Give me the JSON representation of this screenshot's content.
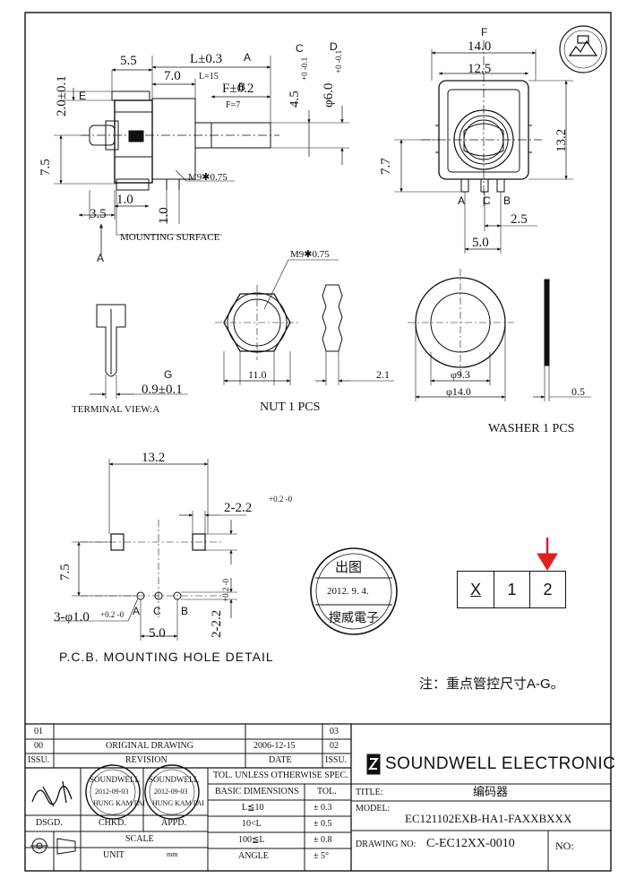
{
  "side_view": {
    "dims": {
      "d55": "5.5",
      "d70": "7.0",
      "L": "L±0.3",
      "L15": "L=15",
      "F": "F±0.2",
      "F7": "F=7",
      "d45": "4.5",
      "d45tol": "+0 -0.1",
      "d60": "φ6.0",
      "d60tol": "+0 -0.1",
      "d20": "2.0±0.1",
      "d75": "7.5",
      "d10a": "1.0",
      "d10b": "1.0",
      "d35": "3.5",
      "thread": "M9✱0.75",
      "mount": "MOUNTING SURFACE"
    },
    "letters": {
      "A": "A",
      "B": "B",
      "C": "C",
      "D": "D",
      "E": "E",
      "A_arrow": "A"
    }
  },
  "front_view": {
    "dims": {
      "d140": "14.0",
      "d125": "12.5",
      "d132": "13.2",
      "d77": "7.7",
      "d25": "2.5",
      "d50": "5.0"
    },
    "letters": {
      "F": "F",
      "pA": "A",
      "pC": "C",
      "pB": "B"
    }
  },
  "terminal_view": {
    "label": "TERMINAL VIEW:A",
    "dim": "0.9±0.1",
    "letter": "G"
  },
  "nut": {
    "thread": "M9✱0.75",
    "d110": "11.0",
    "d21": "2.1",
    "label": "NUT 1 PCS"
  },
  "washer": {
    "d93": "φ9.3",
    "d140": "φ14.0",
    "d05": "0.5",
    "label": "WASHER 1 PCS"
  },
  "pcb": {
    "d132": "13.2",
    "d22a": "2-2.2",
    "d22atol": "+0.2 -0",
    "d75": "7.5",
    "d22b": "2-2.2",
    "d22btol": "+0.2 -0",
    "holes": "3-φ1.0",
    "holestol": "+0.2 -0",
    "d50": "5.0",
    "pins": [
      "A",
      "C",
      "B"
    ],
    "label": "P.C.B. MOUNTING HOLE DETAIL"
  },
  "stamp_center": {
    "top": "出图",
    "date": "2012. 9.  4.",
    "bottom": "搜威電子"
  },
  "mark_boxes": [
    "X",
    "1",
    "2"
  ],
  "note": "注：重点管控尺寸A-G。",
  "title_block": {
    "rev_rows": [
      {
        "no": "01",
        "desc": "",
        "date": "",
        "rno": "03"
      },
      {
        "no": "00",
        "desc": "ORIGINAL  DRAWING",
        "date": "2006-12-15",
        "rno": "02"
      },
      {
        "no": "ISSU.",
        "desc": "REVISION",
        "date": "DATE",
        "rno": "ISSU."
      }
    ],
    "roles": [
      "DSGD.",
      "CHKD.",
      "APPD."
    ],
    "stamp_text": "SOUNDWELL",
    "stamp_date": "2012-09-03",
    "stamp_city": "HUNG KAM PAI",
    "scale": "SCALE",
    "unit": "UNIT",
    "unit_val": "mm",
    "tol_header": "TOL. UNLESS OTHERWISE SPEC.",
    "basic": "BASIC DIMENSIONS",
    "tol": "TOL.",
    "tol_rows": [
      {
        "range": "L≦10",
        "tol": "± 0.3"
      },
      {
        "range": "10<L",
        "tol": "± 0.5"
      },
      {
        "range": "100≦L",
        "tol": "± 0.8"
      },
      {
        "range": "ANGLE",
        "tol": "± 5°"
      }
    ],
    "brand": "SOUNDWELL  ELECTRONIC",
    "title_label": "TITLE:",
    "title": "编码器",
    "model_label": "MODEL:",
    "model": "EC121102EXB-HA1-FAXXBXXX",
    "drawing_label": "DRAWING NO:",
    "drawing": "C-EC12XX-0010",
    "no_label": "NO:"
  },
  "colors": {
    "ink": "#111111",
    "red": "#e02020"
  }
}
